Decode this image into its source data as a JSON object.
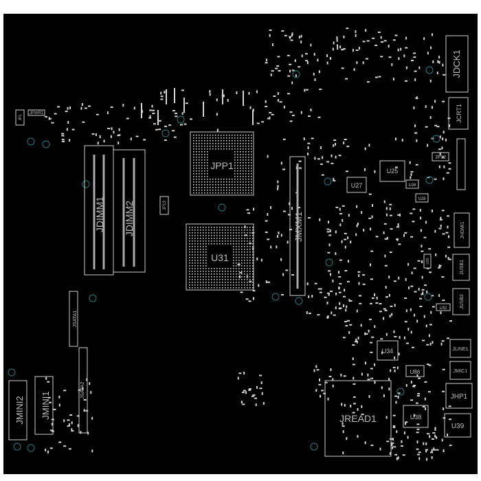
{
  "board": {
    "background": "#000000",
    "silkscreen_color": "#d0d0d0",
    "via_color": "#1f6b6b"
  },
  "components": {
    "jdimm1": "JDIMM1",
    "jdimm2": "JDIMM2",
    "jpp1": "JPP1",
    "u31": "U31",
    "jmxm1": "JMXM1",
    "u25": "U25",
    "u27": "U27",
    "u26": "U26",
    "u28": "U28",
    "jp12": "JP12",
    "jpwr1": "JPWR1",
    "jp13": "JP13",
    "jcrt1": "JCRT1",
    "jp1": "JP1",
    "jhdmi1": "JHDMI1",
    "jusb1": "JUSB1",
    "jusb2": "JUSB2",
    "u32": "U32",
    "u33": "U33",
    "u34": "U34",
    "u86": "U86",
    "u38": "U38",
    "u39": "U39",
    "jline1": "JLINE1",
    "jmic1": "JMIC1",
    "jhp1": "JHP1",
    "jread1": "JREAD1",
    "jsata1": "JSATA1",
    "jsata2": "JSATA2",
    "jmini1": "JMINI1",
    "jmini2": "JMINI2",
    "jdck1": "JDCK1"
  }
}
